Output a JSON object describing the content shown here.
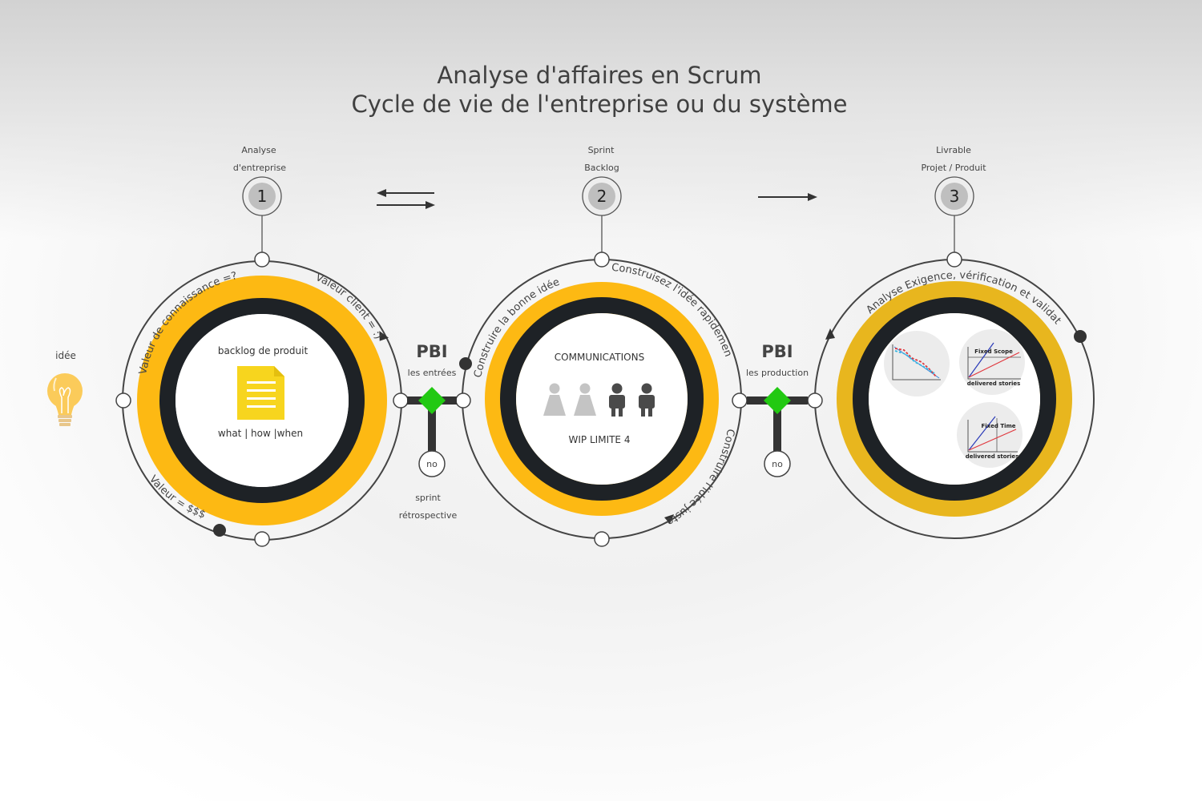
{
  "title": {
    "line1": "Analyse d'affaires en Scrum",
    "line2": "Cycle de vie de l'entreprise ou du système"
  },
  "idea": {
    "label": "idée",
    "icon": "lightbulb-icon"
  },
  "stages": [
    {
      "number": "1",
      "label_line1": "Analyse",
      "label_line2": "d'entreprise",
      "center_title": "backlog de produit",
      "center_sub": "what | how |when",
      "arc_texts": [
        "Valeur de connaissance =?",
        "Valeur client = :)",
        "Valeur = $$$"
      ]
    },
    {
      "number": "2",
      "label_line1": "Sprint",
      "label_line2": "Backlog",
      "center_title": "COMMUNICATIONS",
      "center_sub": "WIP LIMITE 4",
      "arc_texts": [
        "Construire la bonne idée",
        "Construisez l'idée rapidement",
        "Construire l'idée juste"
      ]
    },
    {
      "number": "3",
      "label_line1": "Livrable",
      "label_line2": "Projet / Produit",
      "arc_texts": [
        "Analyse Exigence, vérification et validation"
      ],
      "mini_charts": [
        {
          "title": "Fixed Scope",
          "subtitle": "delivered stories"
        },
        {
          "title": "Fixed Time",
          "subtitle": "delivered stories"
        }
      ]
    }
  ],
  "connectors": [
    {
      "title": "PBI",
      "sub": "les entrées",
      "node": "no",
      "caption_line1": "sprint",
      "caption_line2": "rétrospective"
    },
    {
      "title": "PBI",
      "sub": "les production",
      "node": "no"
    }
  ],
  "colors": {
    "yellow": "#FDB913",
    "yellow_dark": "#E8B61E",
    "ring": "#1E2226",
    "diamond": "#22C912",
    "doc": "#F7D51E"
  }
}
